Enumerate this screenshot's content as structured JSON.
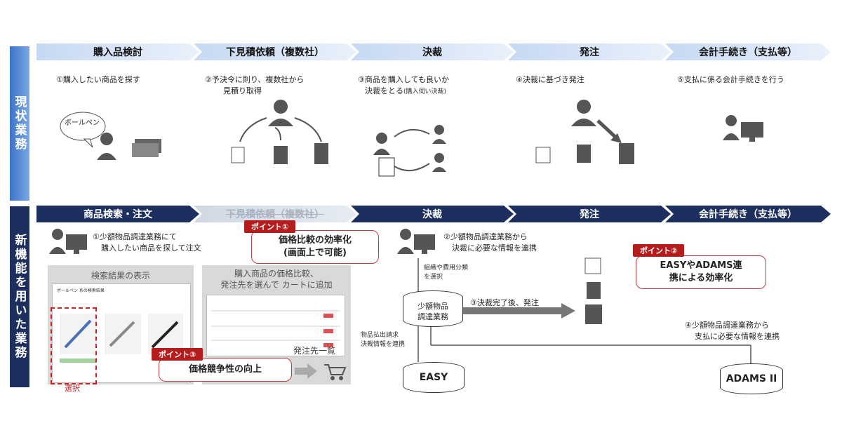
{
  "side_labels": {
    "current": "現状業務",
    "new": "新機能を用いた業務"
  },
  "current": {
    "steps": [
      "購入品検討",
      "下見積依頼（複数社）",
      "決裁",
      "発注",
      "会計手続き（支払等）"
    ],
    "descriptions": [
      "①購入したい商品を探す",
      "②予決令に則り、複数社から",
      "見積り取得",
      "③商品を購入しても良いか",
      "決裁をとる",
      "(購入伺い決裁)",
      "④決裁に基づき発注",
      "⑤支払に係る会計手続きを行う"
    ],
    "bubble_text": "ボールペン"
  },
  "new": {
    "steps": [
      "商品検索・注文",
      "下見積依頼（複数社）",
      "決裁",
      "発注",
      "会計手続き（支払等）"
    ],
    "step1_desc": [
      "①少額物品調達業務にて",
      "購入したい商品を探して注文"
    ],
    "step2_desc": [
      "②少額物品調達業務から",
      "決裁に必要な情報を連携"
    ],
    "step4_desc": [
      "④少額物品調達業務から",
      "支払に必要な情報を連携"
    ],
    "flow_label_select": [
      "組織や費用分類",
      "を選択"
    ],
    "system_name": [
      "少額物品",
      "調達業務"
    ],
    "after_approval": "③決裁完了後、発注",
    "easy_label": [
      "物品払出請求",
      "決裁情報を連携"
    ],
    "db_easy": "EASY",
    "db_adams": "ADAMS II",
    "panel1_title": "検索結果の表示",
    "panel2_title": [
      "購入商品の価格比較、",
      "発注先を選んで カートに追加"
    ],
    "select_label": "選択",
    "cart_label": "発注先一覧",
    "shot1_heading": "ボールペン 系の検索結果",
    "points": {
      "p1_tag": "ポイント①",
      "p1_text": [
        "価格比較の効率化",
        "(画面上で可能)"
      ],
      "p2_tag": "ポイント②",
      "p2_text": [
        "EASYやADAMS連",
        "携による効率化"
      ],
      "p3_tag": "ポイント③",
      "p3_text": "価格競争性の向上"
    }
  },
  "colors": {
    "dark_navy": "#1c2f5e",
    "light_blue": "#c6d8f3",
    "accent_red": "#b51d1d"
  }
}
